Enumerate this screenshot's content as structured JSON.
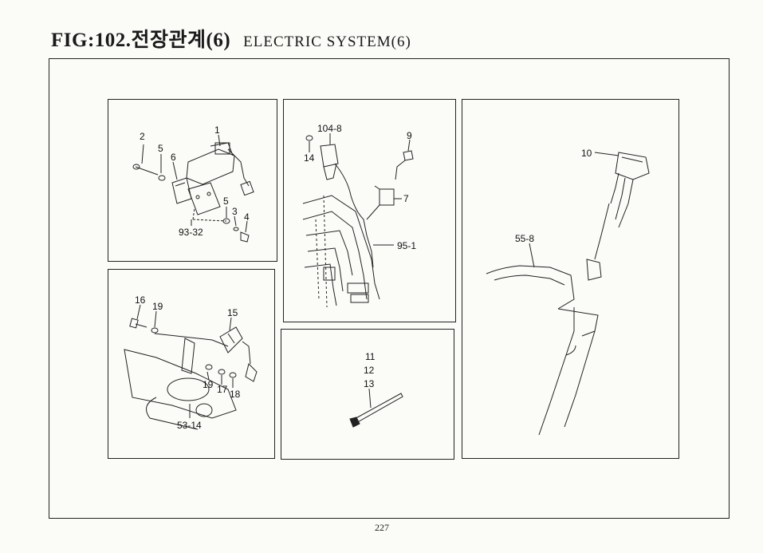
{
  "header": {
    "fig_label": "FIG:102.전장관계(6)",
    "english_title": "ELECTRIC SYSTEM(6)"
  },
  "page_number": "227",
  "panels": {
    "switch_assembly": {
      "labels": [
        "1",
        "2",
        "5",
        "6",
        "5",
        "3",
        "4",
        "93-32"
      ]
    },
    "bracket_assembly": {
      "labels": [
        "16",
        "19",
        "15",
        "19",
        "17",
        "18",
        "53-14"
      ]
    },
    "harness_upper": {
      "labels": [
        "104-8",
        "9",
        "14",
        "7",
        "95-1"
      ]
    },
    "cable_tie": {
      "labels": [
        "11",
        "12",
        "13"
      ]
    },
    "column_switch": {
      "labels": [
        "10",
        "55-8"
      ]
    }
  }
}
